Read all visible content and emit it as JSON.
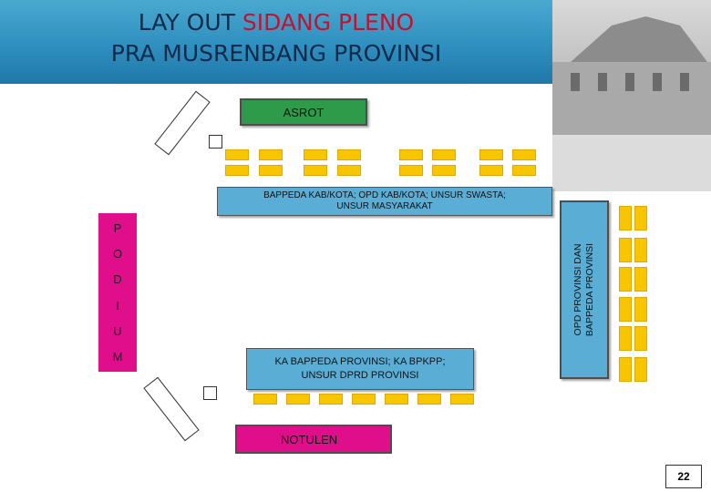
{
  "header": {
    "title_line1_part1": "LAY OUT ",
    "title_line1_part2": "SIDANG PLENO",
    "title_line2": "PRA MUSRENBANG PROVINSI"
  },
  "layout": {
    "asrot": "ASROT",
    "bappeda_line1": "BAPPEDA KAB/KOTA; OPD KAB/KOTA; UNSUR SWASTA;",
    "bappeda_line2": "UNSUR MASYARAKAT",
    "podium_letters": [
      "P",
      "O",
      "D",
      "I",
      "U",
      "M"
    ],
    "opd_line1": "OPD PROVINSI DAN",
    "opd_line2": "BAPPEDA PROVINSI",
    "ka_line1": "KA BAPPEDA PROVINSI; KA BPKPP;",
    "ka_line2": "UNSUR DPRD  PROVINSI",
    "notulen": "NOTULEN"
  },
  "page_number": "22",
  "colors": {
    "header": "#2f8fbf",
    "asrot": "#2e9b4a",
    "blue_box": "#5aaed6",
    "magenta_box": "#e10e8c",
    "seat": "#f7c600"
  }
}
